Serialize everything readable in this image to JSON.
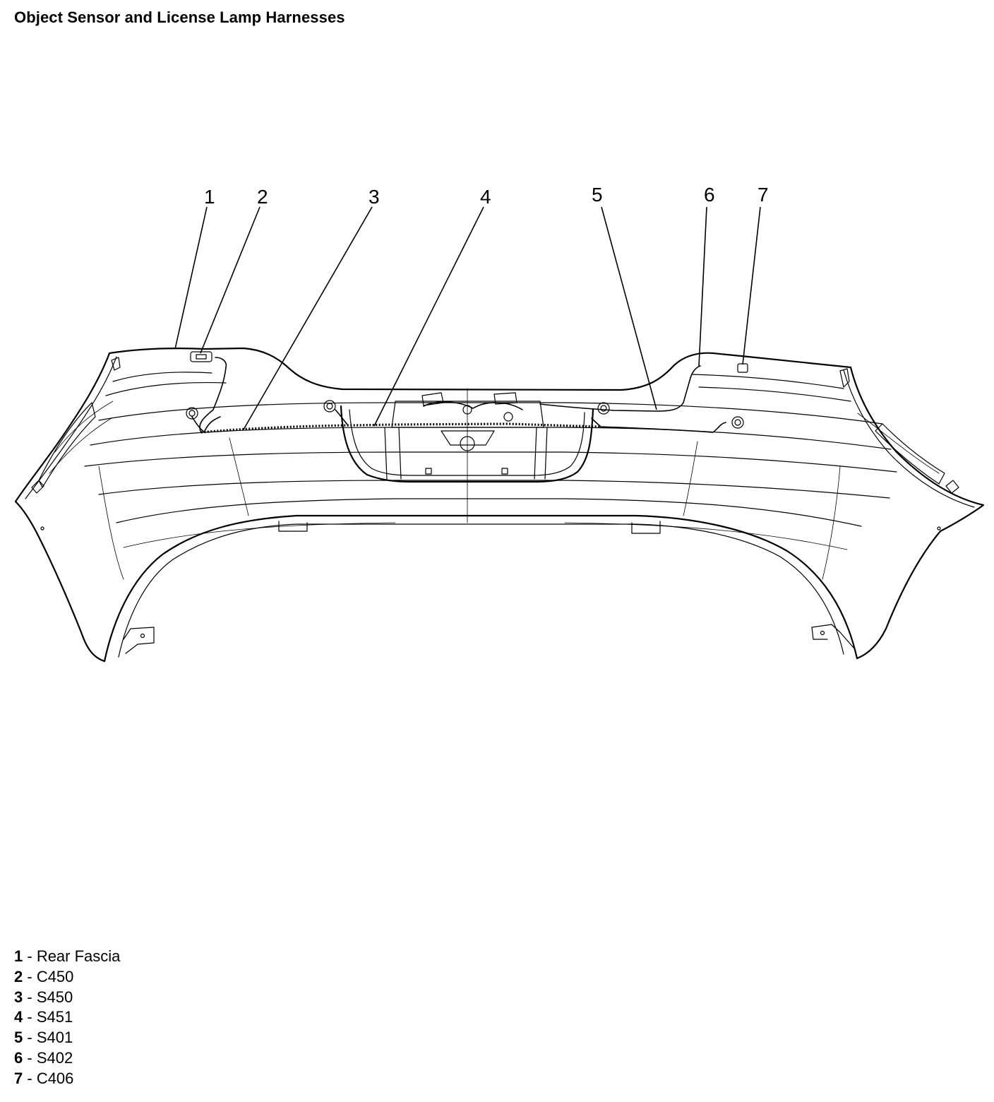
{
  "title": "Object Sensor and License Lamp Harnesses",
  "callouts": [
    "1",
    "2",
    "3",
    "4",
    "5",
    "6",
    "7"
  ],
  "legend": [
    {
      "num": "1",
      "sep": " - ",
      "label": "Rear Fascia"
    },
    {
      "num": "2",
      "sep": " - ",
      "label": "C450"
    },
    {
      "num": "3",
      "sep": " - ",
      "label": "S450"
    },
    {
      "num": "4",
      "sep": " - ",
      "label": "S451"
    },
    {
      "num": "5",
      "sep": " - ",
      "label": "S401"
    },
    {
      "num": "6",
      "sep": " - ",
      "label": "S402"
    },
    {
      "num": "7",
      "sep": " - ",
      "label": "C406"
    }
  ],
  "colors": {
    "line": "#000000",
    "background": "#ffffff"
  }
}
